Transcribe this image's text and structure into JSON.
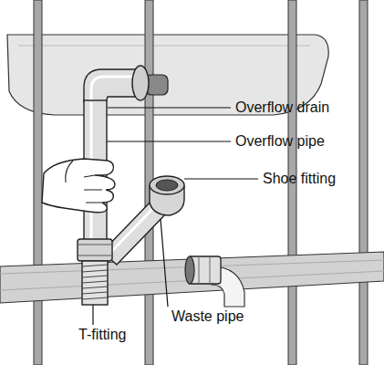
{
  "diagram": {
    "labels": [
      "Overflow drain",
      "Overflow pipe",
      "Shoe fitting",
      "Waste pipe",
      "T-fitting"
    ]
  }
}
